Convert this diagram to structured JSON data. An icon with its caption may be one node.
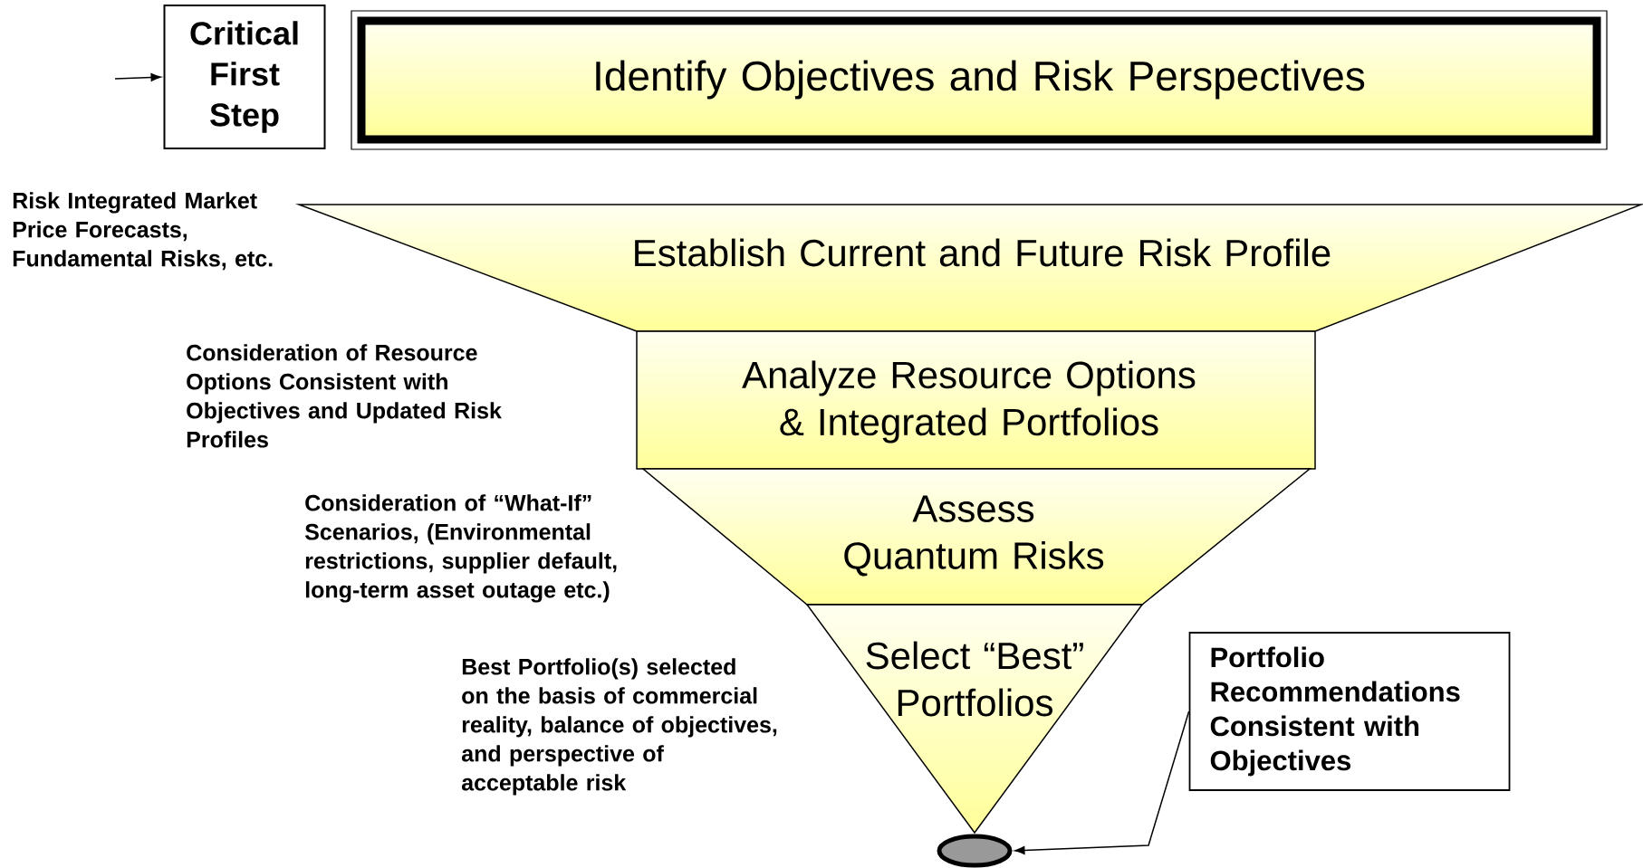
{
  "diagram": {
    "nodes": [
      {
        "text": [
          "Critical First Step"
        ]
      },
      {
        "text": [
          "Identify Objectives and Risk Perspectives"
        ]
      },
      {
        "text": [
          "Establish Current and Future Risk Profile"
        ]
      },
      {
        "text": [
          "Analyze Resource Options & Integrated Portfolios"
        ]
      },
      {
        "text": [
          "Assess Quantum Risks"
        ]
      },
      {
        "text": [
          "Select “Best” Portfolios"
        ]
      },
      {
        "text": [],
        "shape": "ellipse"
      },
      {
        "text": [
          "Portfolio Recommendations Consistent with Objectives"
        ]
      }
    ],
    "edges": [
      {
        "from": null,
        "to": 0,
        "arrow": "to"
      },
      {
        "from": 7,
        "to": 6,
        "arrow": "to"
      }
    ],
    "labels": [
      "Risk Integrated Market Price Forecasts, Fundamental Risks, etc.",
      "Consideration of Resource Options Consistent with Objectives and Updated Risk Profiles",
      "Consideration of “What-If” Scenarios, (Environmental restrictions, supplier default, long-term asset outage etc.)",
      "Best Portfolio(s) selected on the basis of commercial reality, balance of objectives, and perspective of acceptable risk"
    ]
  }
}
